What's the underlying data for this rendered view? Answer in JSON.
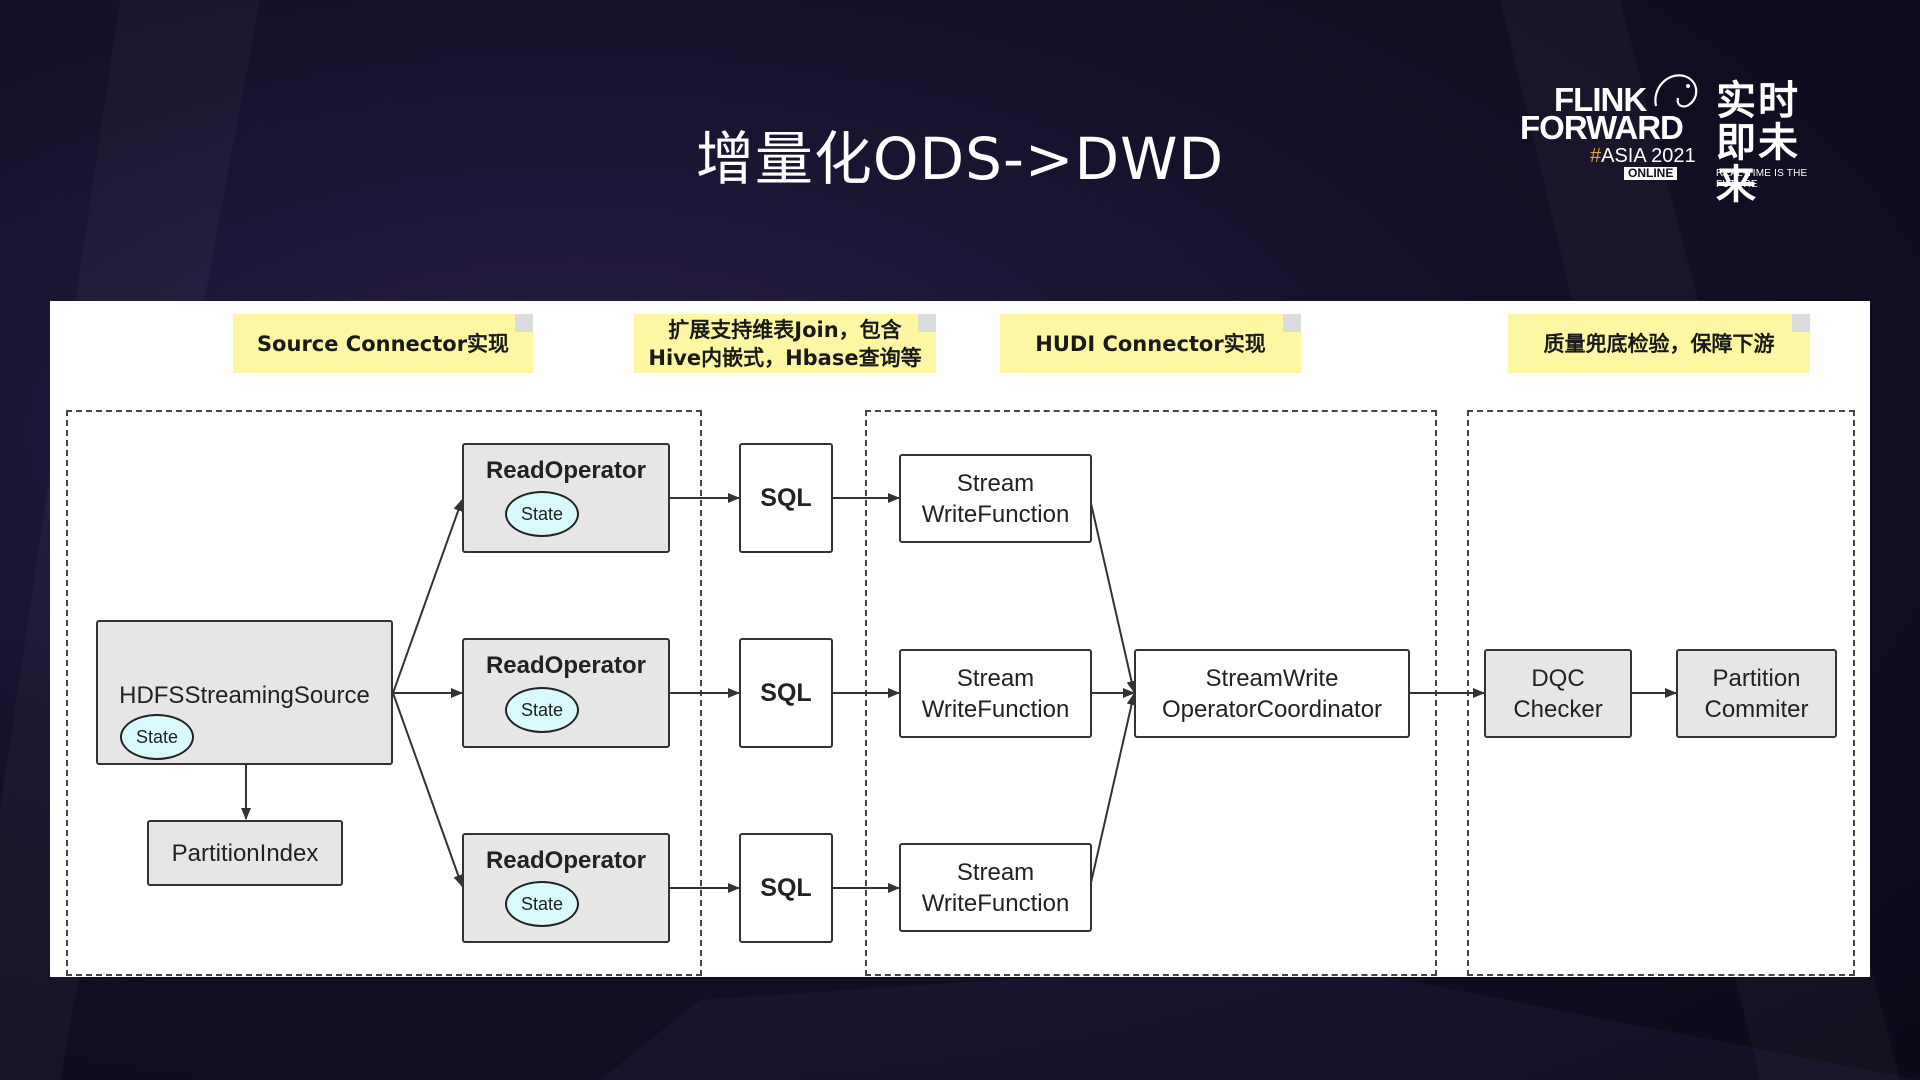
{
  "slide": {
    "title": "增量化ODS->DWD"
  },
  "logo": {
    "line1": "FLINK",
    "line2": "FORWARD",
    "event_hash": "#",
    "event": "ASIA 2021",
    "online": "ONLINE",
    "cn_line1": "实时",
    "cn_line2": "即未来",
    "tagline": "REAL-TIME IS THE FUTURE"
  },
  "notes": {
    "source": "Source Connector实现",
    "extend_line1": "扩展支持维表Join，包含",
    "extend_line2": "Hive内嵌式，Hbase查询等",
    "hudi": "HUDI Connector实现",
    "quality": "质量兜底检验，保障下游"
  },
  "nodes": {
    "hdfs_source": "HDFSStreamingSource",
    "partition_index": "PartitionIndex",
    "read_operator": "ReadOperator",
    "state": "State",
    "sql": "SQL",
    "stream_write_line1": "Stream",
    "stream_write_line2": "WriteFunction",
    "coordinator_line1": "StreamWrite",
    "coordinator_line2": "OperatorCoordinator",
    "dqc_line1": "DQC",
    "dqc_line2": "Checker",
    "partition_line1": "Partition",
    "partition_line2": "Commiter"
  },
  "colors": {
    "note_bg": "#fdf6a3",
    "node_gray": "#e6e6e6",
    "state_fill": "#d8fafd",
    "edge": "#333333"
  }
}
